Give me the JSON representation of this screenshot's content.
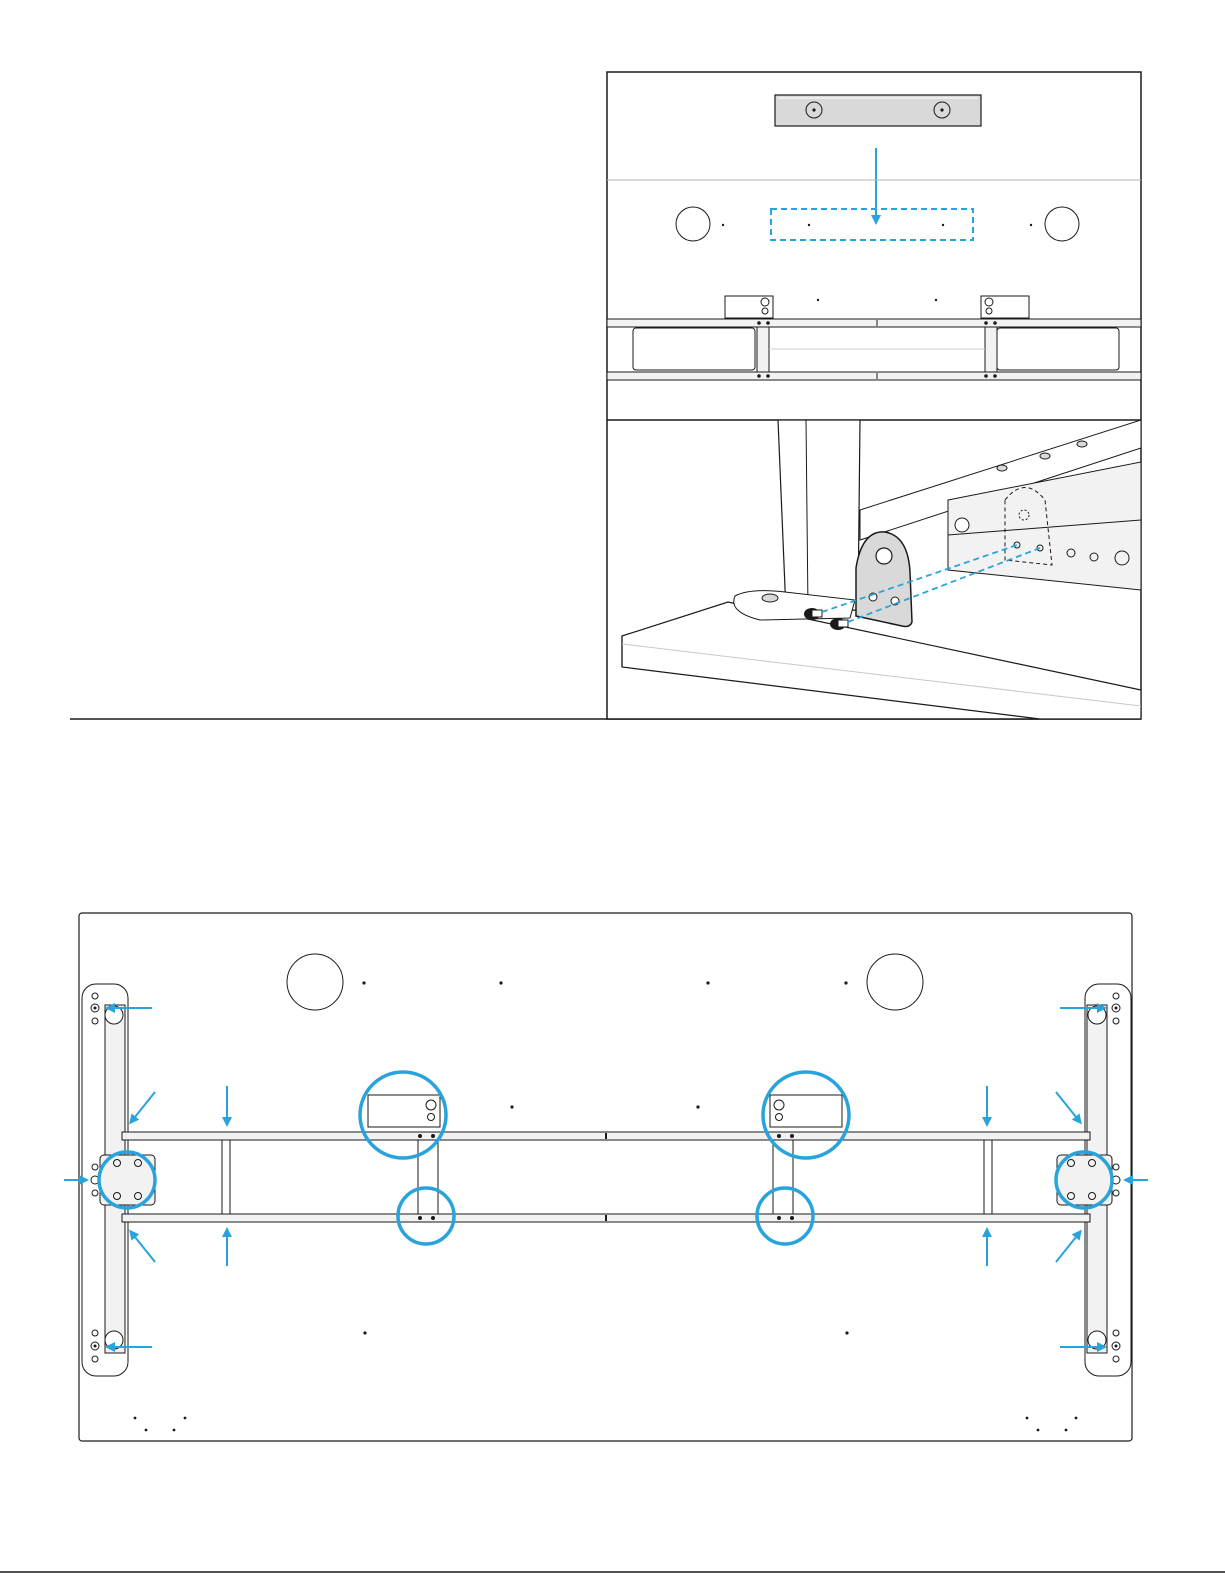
{
  "document": {
    "type": "assembly-instructions",
    "step_text": ""
  },
  "colors": {
    "accent": "#29a3db",
    "line": "#1a1a1a",
    "panel_fill": "#d9d9d9",
    "steel": "#f2f2f2",
    "paper": "#ffffff"
  },
  "panels": {
    "top_detail": {
      "description_icon": "mounting-plate-placement"
    },
    "bottom_detail": {
      "description_icon": "bracket-attach-screws"
    },
    "overview": {
      "description_icon": "desk-underside-overview"
    }
  }
}
